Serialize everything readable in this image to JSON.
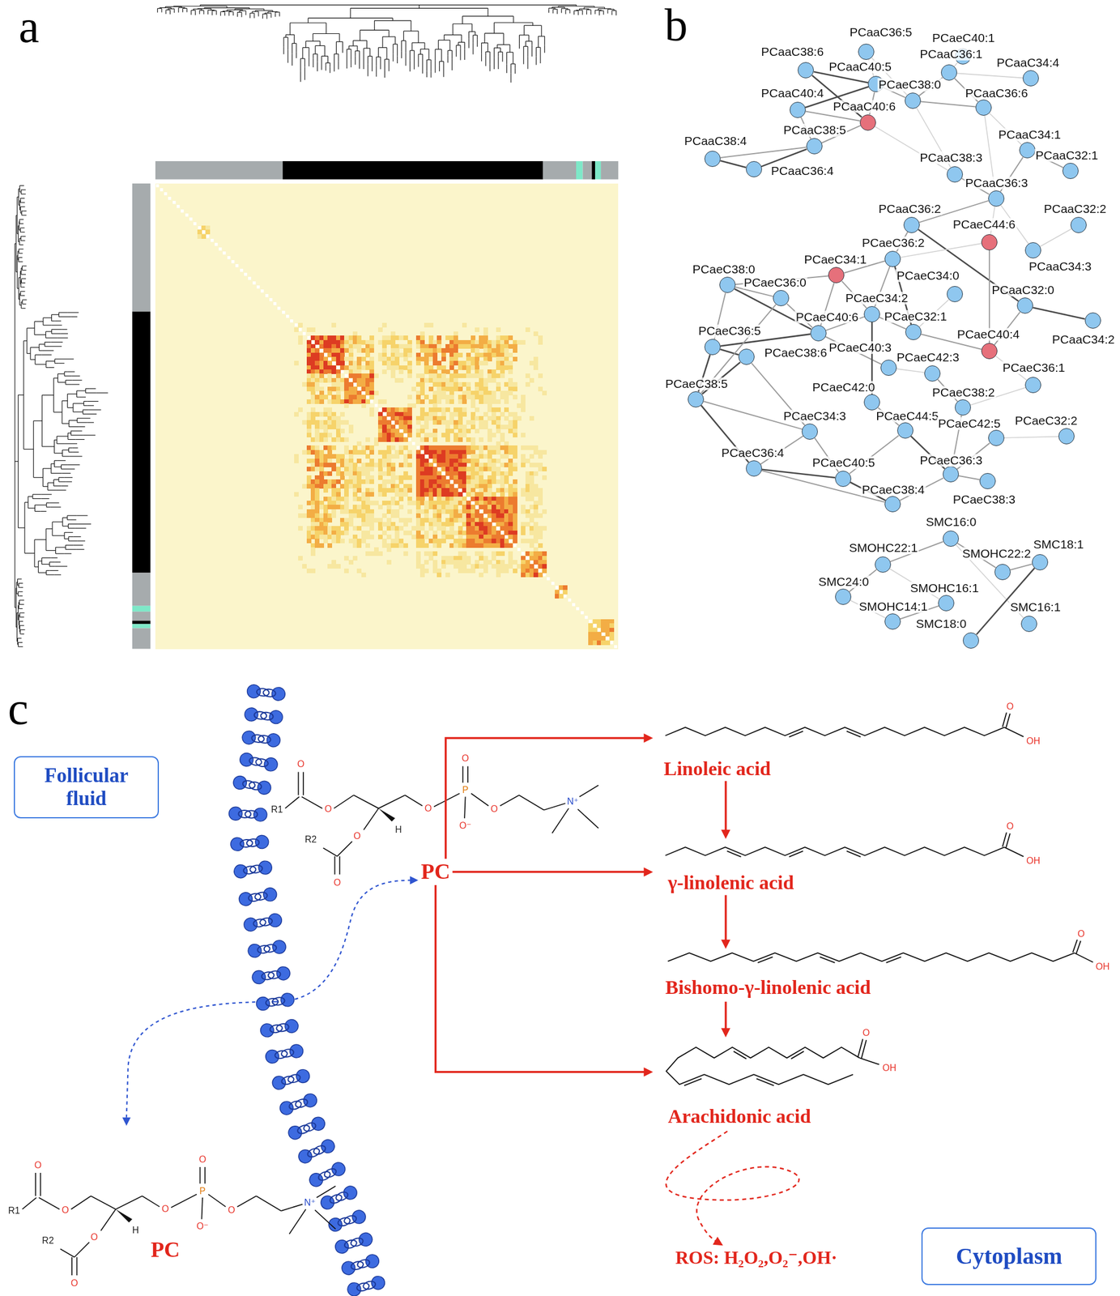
{
  "diagram": {
    "nodes": [
      {
        "text": [
          "PCaaC36:5"
        ]
      },
      {
        "text": [
          "PCaeC40:1"
        ]
      },
      {
        "text": [
          "PCaaC38:6"
        ]
      },
      {
        "text": [
          "PCaaC40:5"
        ]
      },
      {
        "text": [
          "PCaaC36:1"
        ]
      },
      {
        "text": [
          "PCaaC34:4"
        ]
      },
      {
        "text": [
          "PCaeC38:0"
        ]
      },
      {
        "text": [
          "PCaaC40:4"
        ]
      },
      {
        "text": [
          "PCaaC40:6"
        ]
      },
      {
        "text": [
          "PCaaC36:6"
        ]
      },
      {
        "text": [
          "PCaaC38:4"
        ]
      },
      {
        "text": [
          "PCaaC38:5"
        ]
      },
      {
        "text": [
          "PCaaC34:1"
        ]
      },
      {
        "text": [
          "PCaaC32:1"
        ]
      },
      {
        "text": [
          "PCaaC36:4"
        ]
      },
      {
        "text": [
          "PCaaC38:3"
        ]
      },
      {
        "text": [
          "PCaaC36:3"
        ]
      },
      {
        "text": [
          "PCaaC36:2"
        ]
      },
      {
        "text": [
          "PCaaC32:2"
        ]
      },
      {
        "text": [
          "PCaeC44:6"
        ]
      },
      {
        "text": [
          "PCaaC34:3"
        ]
      },
      {
        "text": [
          "PCaeC36:2"
        ]
      },
      {
        "text": [
          "PCaeC34:1"
        ]
      },
      {
        "text": [
          "PCaeC34:0"
        ]
      },
      {
        "text": [
          "PCaaC32:0"
        ]
      },
      {
        "text": [
          "PCaaC34:2"
        ]
      },
      {
        "text": [
          "PCaeC38:0"
        ]
      },
      {
        "text": [
          "PCaeC36:0"
        ]
      },
      {
        "text": [
          "PCaeC34:2"
        ]
      },
      {
        "text": [
          "PCaeC32:1"
        ]
      },
      {
        "text": [
          "PCaeC40:6"
        ]
      },
      {
        "text": [
          "PCaeC40:4"
        ]
      },
      {
        "text": [
          "PCaeC36:5"
        ]
      },
      {
        "text": [
          "PCaeC38:6"
        ]
      },
      {
        "text": [
          "PCaeC40:3"
        ]
      },
      {
        "text": [
          "PCaeC42:3"
        ]
      },
      {
        "text": [
          "PCaeC36:1"
        ]
      },
      {
        "text": [
          "PCaeC38:5"
        ]
      },
      {
        "text": [
          "PCaeC42:0"
        ]
      },
      {
        "text": [
          "PCaeC38:2"
        ]
      },
      {
        "text": [
          "PCaeC34:3"
        ]
      },
      {
        "text": [
          "PCaeC44:5"
        ]
      },
      {
        "text": [
          "PCaeC42:5"
        ]
      },
      {
        "text": [
          "PCaeC32:2"
        ]
      },
      {
        "text": [
          "PCaeC36:4"
        ]
      },
      {
        "text": [
          "PCaeC40:5"
        ]
      },
      {
        "text": [
          "PCaeC36:3"
        ]
      },
      {
        "text": [
          "PCaeC38:4"
        ]
      },
      {
        "text": [
          "PCaeC38:3"
        ]
      },
      {
        "text": [
          "SMC16:0"
        ]
      },
      {
        "text": [
          "SMOHC22:1"
        ]
      },
      {
        "text": [
          "SMOHC22:2"
        ]
      },
      {
        "text": [
          "SMC18:1"
        ]
      },
      {
        "text": [
          "SMC24:0"
        ]
      },
      {
        "text": [
          "SMOHC16:1"
        ]
      },
      {
        "text": [
          "SMOHC14:1"
        ]
      },
      {
        "text": [
          "SMC16:1"
        ]
      },
      {
        "text": [
          "SMC18:0"
        ]
      },
      {
        "text": [
          "Follicular fluid"
        ]
      },
      {
        "text": [
          "PC"
        ]
      },
      {
        "text": [
          "Linoleic acid"
        ]
      },
      {
        "text": [
          "γ-linolenic acid"
        ]
      },
      {
        "text": [
          "Bishomo-γ-linolenic acid"
        ]
      },
      {
        "text": [
          "Arachidonic acid"
        ]
      },
      {
        "text": [
          "ROS: H₂O₂,O₂⁻,OH·"
        ]
      },
      {
        "text": [
          "Cytoplasm"
        ]
      },
      {
        "text": [
          "PC"
        ]
      }
    ],
    "edges": [
      {
        "from": 2,
        "to": 3,
        "arrow": "none"
      },
      {
        "from": 2,
        "to": 8,
        "arrow": "none"
      },
      {
        "from": 3,
        "to": 7,
        "arrow": "none"
      },
      {
        "from": 7,
        "to": 8,
        "arrow": "none"
      },
      {
        "from": 3,
        "to": 8,
        "arrow": "none"
      },
      {
        "from": 7,
        "to": 11,
        "arrow": "none"
      },
      {
        "from": 11,
        "to": 14,
        "arrow": "none"
      },
      {
        "from": 10,
        "to": 14,
        "arrow": "none"
      },
      {
        "from": 10,
        "to": 11,
        "arrow": "none"
      },
      {
        "from": 8,
        "to": 11,
        "arrow": "none"
      },
      {
        "from": 0,
        "to": 3,
        "arrow": "none"
      },
      {
        "from": 0,
        "to": 6,
        "arrow": "none"
      },
      {
        "from": 6,
        "to": 4,
        "arrow": "none"
      },
      {
        "from": 6,
        "to": 9,
        "arrow": "none"
      },
      {
        "from": 4,
        "to": 9,
        "arrow": "none"
      },
      {
        "from": 4,
        "to": 5,
        "arrow": "none"
      },
      {
        "from": 9,
        "to": 12,
        "arrow": "none"
      },
      {
        "from": 12,
        "to": 13,
        "arrow": "none"
      },
      {
        "from": 12,
        "to": 16,
        "arrow": "none"
      },
      {
        "from": 15,
        "to": 16,
        "arrow": "none"
      },
      {
        "from": 16,
        "to": 17,
        "arrow": "none"
      },
      {
        "from": 16,
        "to": 20,
        "arrow": "none"
      },
      {
        "from": 19,
        "to": 16,
        "arrow": "none"
      },
      {
        "from": 17,
        "to": 24,
        "arrow": "none"
      },
      {
        "from": 24,
        "to": 25,
        "arrow": "none"
      },
      {
        "from": 19,
        "to": 31,
        "arrow": "none"
      },
      {
        "from": 15,
        "to": 6,
        "arrow": "none"
      },
      {
        "from": 1,
        "to": 4,
        "arrow": "none"
      },
      {
        "from": 9,
        "to": 16,
        "arrow": "none"
      },
      {
        "from": 3,
        "to": 6,
        "arrow": "none"
      },
      {
        "from": 8,
        "to": 15,
        "arrow": "none"
      },
      {
        "from": 20,
        "to": 18,
        "arrow": "none"
      },
      {
        "from": 21,
        "to": 22,
        "arrow": "none"
      },
      {
        "from": 22,
        "to": 26,
        "arrow": "none"
      },
      {
        "from": 26,
        "to": 27,
        "arrow": "none"
      },
      {
        "from": 26,
        "to": 32,
        "arrow": "none"
      },
      {
        "from": 26,
        "to": 30,
        "arrow": "none"
      },
      {
        "from": 27,
        "to": 30,
        "arrow": "none"
      },
      {
        "from": 32,
        "to": 37,
        "arrow": "none"
      },
      {
        "from": 32,
        "to": 33,
        "arrow": "none"
      },
      {
        "from": 33,
        "to": 37,
        "arrow": "none"
      },
      {
        "from": 37,
        "to": 44,
        "arrow": "none"
      },
      {
        "from": 44,
        "to": 45,
        "arrow": "none"
      },
      {
        "from": 44,
        "to": 40,
        "arrow": "none"
      },
      {
        "from": 45,
        "to": 47,
        "arrow": "none"
      },
      {
        "from": 45,
        "to": 41,
        "arrow": "none"
      },
      {
        "from": 30,
        "to": 34,
        "arrow": "none"
      },
      {
        "from": 30,
        "to": 28,
        "arrow": "none"
      },
      {
        "from": 28,
        "to": 29,
        "arrow": "none"
      },
      {
        "from": 29,
        "to": 31,
        "arrow": "none"
      },
      {
        "from": 28,
        "to": 38,
        "arrow": "none"
      },
      {
        "from": 21,
        "to": 28,
        "arrow": "none"
      },
      {
        "from": 21,
        "to": 29,
        "arrow": "none"
      },
      {
        "from": 22,
        "to": 30,
        "arrow": "none"
      },
      {
        "from": 34,
        "to": 35,
        "arrow": "none"
      },
      {
        "from": 35,
        "to": 39,
        "arrow": "none"
      },
      {
        "from": 39,
        "to": 46,
        "arrow": "none"
      },
      {
        "from": 41,
        "to": 46,
        "arrow": "none"
      },
      {
        "from": 46,
        "to": 42,
        "arrow": "none"
      },
      {
        "from": 42,
        "to": 43,
        "arrow": "none"
      },
      {
        "from": 36,
        "to": 31,
        "arrow": "none"
      },
      {
        "from": 36,
        "to": 39,
        "arrow": "none"
      },
      {
        "from": 31,
        "to": 24,
        "arrow": "none"
      },
      {
        "from": 33,
        "to": 40,
        "arrow": "none"
      },
      {
        "from": 37,
        "to": 40,
        "arrow": "none"
      },
      {
        "from": 40,
        "to": 45,
        "arrow": "none"
      },
      {
        "from": 47,
        "to": 46,
        "arrow": "none"
      },
      {
        "from": 48,
        "to": 46,
        "arrow": "none"
      },
      {
        "from": 23,
        "to": 29,
        "arrow": "none"
      },
      {
        "from": 22,
        "to": 28,
        "arrow": "none"
      },
      {
        "from": 38,
        "to": 41,
        "arrow": "none"
      },
      {
        "from": 32,
        "to": 30,
        "arrow": "none"
      },
      {
        "from": 44,
        "to": 47,
        "arrow": "none"
      },
      {
        "from": 37,
        "to": 27,
        "arrow": "none"
      },
      {
        "from": 21,
        "to": 19,
        "arrow": "none"
      },
      {
        "from": 17,
        "to": 21,
        "arrow": "none"
      },
      {
        "from": 49,
        "to": 51,
        "arrow": "none"
      },
      {
        "from": 49,
        "to": 50,
        "arrow": "none"
      },
      {
        "from": 49,
        "to": 56,
        "arrow": "none"
      },
      {
        "from": 52,
        "to": 57,
        "arrow": "none"
      },
      {
        "from": 50,
        "to": 53,
        "arrow": "none"
      },
      {
        "from": 51,
        "to": 52,
        "arrow": "none"
      },
      {
        "from": 54,
        "to": 55,
        "arrow": "none"
      },
      {
        "from": 50,
        "to": 54,
        "arrow": "none"
      },
      {
        "from": 53,
        "to": 55,
        "arrow": "none"
      },
      {
        "from": 59,
        "to": 60,
        "arrow": "to"
      },
      {
        "from": 59,
        "to": 61,
        "arrow": "to"
      },
      {
        "from": 59,
        "to": 63,
        "arrow": "to"
      },
      {
        "from": 60,
        "to": 61,
        "arrow": "to"
      },
      {
        "from": 61,
        "to": 62,
        "arrow": "to"
      },
      {
        "from": 62,
        "to": 63,
        "arrow": "to"
      },
      {
        "from": 63,
        "to": 64,
        "arrow": "to"
      }
    ],
    "labels": [
      "a",
      "b",
      "c",
      "R1",
      "O",
      "O",
      "R2",
      "O",
      "O",
      "H",
      "O",
      "P",
      "O",
      "O⁻",
      "O",
      "N⁺",
      "R1",
      "O",
      "O",
      "R2",
      "O",
      "O",
      "H",
      "O",
      "P",
      "O",
      "O⁻",
      "O",
      "N⁺",
      "O",
      "OH",
      "O",
      "OH",
      "O",
      "OH",
      "O",
      "OH"
    ]
  }
}
